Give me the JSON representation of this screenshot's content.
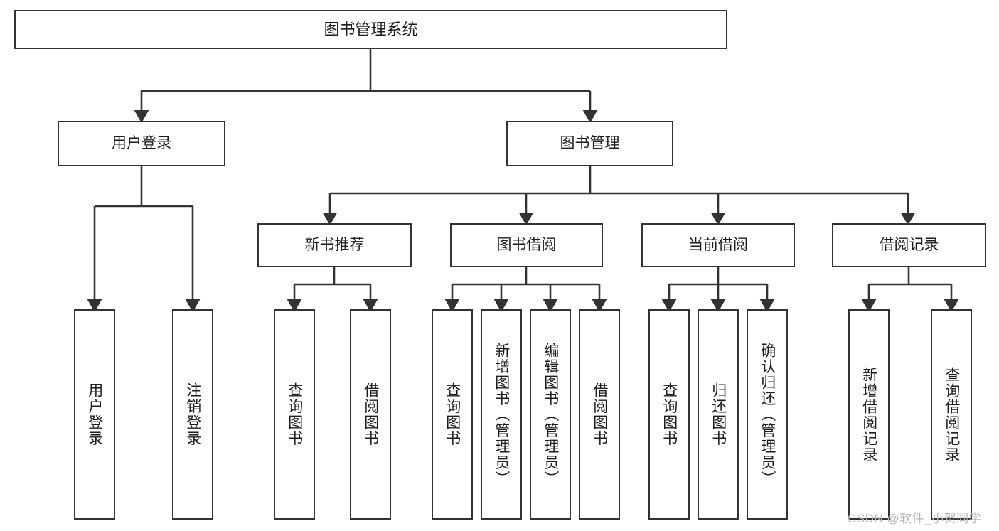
{
  "diagram": {
    "title": "图书管理系统",
    "type": "hierarchy-tree",
    "root": {
      "id": "root",
      "label": "图书管理系统",
      "orientation": "horizontal"
    },
    "level2": [
      {
        "id": "user-login",
        "label": "用户登录",
        "orientation": "horizontal"
      },
      {
        "id": "book-manage",
        "label": "图书管理",
        "orientation": "horizontal"
      }
    ],
    "level3": [
      {
        "id": "new-book-recommend",
        "label": "新书推荐",
        "orientation": "horizontal",
        "parent": "book-manage"
      },
      {
        "id": "book-borrow",
        "label": "图书借阅",
        "orientation": "horizontal",
        "parent": "book-manage"
      },
      {
        "id": "current-borrow",
        "label": "当前借阅",
        "orientation": "horizontal",
        "parent": "book-manage"
      },
      {
        "id": "borrow-record",
        "label": "借阅记录",
        "orientation": "horizontal",
        "parent": "book-manage"
      }
    ],
    "leaves": [
      {
        "id": "leaf-user-login",
        "label": "用户登录",
        "parent": "user-login",
        "orientation": "vertical"
      },
      {
        "id": "leaf-user-logout",
        "label": "注销登录",
        "parent": "user-login",
        "orientation": "vertical"
      },
      {
        "id": "leaf-query-book-1",
        "label": "查询图书",
        "parent": "new-book-recommend",
        "orientation": "vertical"
      },
      {
        "id": "leaf-borrow-book-1",
        "label": "借阅图书",
        "parent": "new-book-recommend",
        "orientation": "vertical"
      },
      {
        "id": "leaf-query-book-2",
        "label": "查询图书",
        "parent": "book-borrow",
        "orientation": "vertical"
      },
      {
        "id": "leaf-add-book",
        "label": "新增图书（管理员）",
        "parent": "book-borrow",
        "orientation": "vertical"
      },
      {
        "id": "leaf-edit-book",
        "label": "编辑图书（管理员）",
        "parent": "book-borrow",
        "orientation": "vertical"
      },
      {
        "id": "leaf-borrow-book-2",
        "label": "借阅图书",
        "parent": "book-borrow",
        "orientation": "vertical"
      },
      {
        "id": "leaf-query-book-3",
        "label": "查询图书",
        "parent": "current-borrow",
        "orientation": "vertical"
      },
      {
        "id": "leaf-return-book",
        "label": "归还图书",
        "parent": "current-borrow",
        "orientation": "vertical"
      },
      {
        "id": "leaf-confirm-return",
        "label": "确认归还（管理员）",
        "parent": "current-borrow",
        "orientation": "vertical"
      },
      {
        "id": "leaf-add-record",
        "label": "新增借阅记录",
        "parent": "borrow-record",
        "orientation": "vertical"
      },
      {
        "id": "leaf-query-record",
        "label": "查询借阅记录",
        "parent": "borrow-record",
        "orientation": "vertical"
      }
    ]
  },
  "watermark": {
    "text": "CSDN @软件_小贺同学"
  },
  "colors": {
    "box_border": "#333333",
    "box_fill": "#ffffff",
    "connector": "#333333",
    "text": "#1d1d1d",
    "watermark": "#b9b9b9",
    "background": "#ffffff"
  }
}
